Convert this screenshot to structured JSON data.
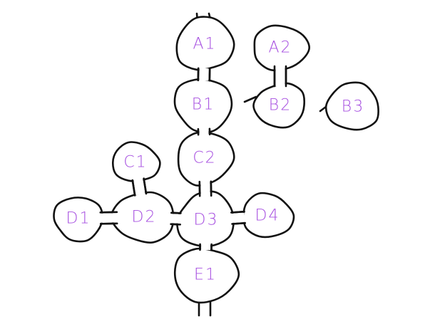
{
  "colors": {
    "label": "#a64ee0",
    "ink": "#111111",
    "background": "#ffffff"
  },
  "nodes": [
    {
      "id": "A1",
      "label": "A1"
    },
    {
      "id": "A2",
      "label": "A2"
    },
    {
      "id": "B1",
      "label": "B1"
    },
    {
      "id": "B2",
      "label": "B2"
    },
    {
      "id": "B3",
      "label": "B3"
    },
    {
      "id": "C1",
      "label": "C1"
    },
    {
      "id": "C2",
      "label": "C2"
    },
    {
      "id": "D1",
      "label": "D1"
    },
    {
      "id": "D2",
      "label": "D2"
    },
    {
      "id": "D3",
      "label": "D3"
    },
    {
      "id": "D4",
      "label": "D4"
    },
    {
      "id": "E1",
      "label": "E1"
    }
  ],
  "connections": [
    {
      "from": "A1",
      "to": "B1"
    },
    {
      "from": "B1",
      "to": "C2"
    },
    {
      "from": "C2",
      "to": "D3"
    },
    {
      "from": "D3",
      "to": "E1"
    },
    {
      "from": "A2",
      "to": "B2"
    },
    {
      "from": "C1",
      "to": "D2"
    },
    {
      "from": "D1",
      "to": "D2"
    },
    {
      "from": "D2",
      "to": "D3"
    },
    {
      "from": "D3",
      "to": "D4"
    }
  ]
}
